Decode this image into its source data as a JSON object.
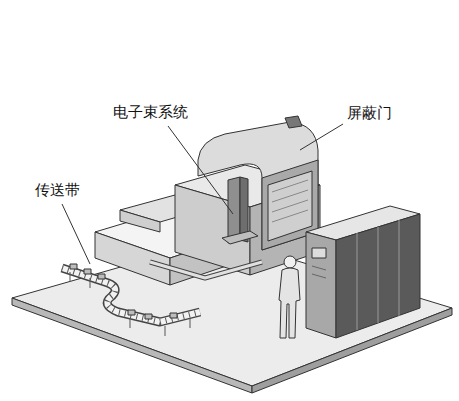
{
  "diagram": {
    "labels": [
      "电子束系统",
      "屏蔽门",
      "传送带"
    ]
  }
}
